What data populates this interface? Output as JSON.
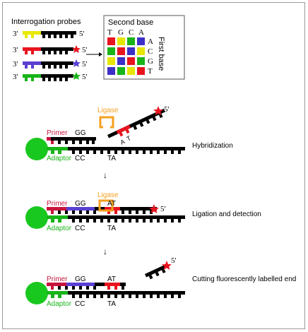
{
  "probes_panel": {
    "title": "Interrogation probes",
    "end_3": "3'",
    "end_5": "5'",
    "probe_colors": [
      "#e8e800",
      "#e8141e",
      "#5a3fd2",
      "#19b419"
    ]
  },
  "matrix_panel": {
    "second_base_label": "Second base",
    "first_base_label": "First base",
    "column_bases": [
      "T",
      "G",
      "C",
      "A"
    ],
    "row_bases": [
      "A",
      "C",
      "G",
      "T"
    ],
    "cells": [
      [
        "red",
        "yellow",
        "green",
        "blue"
      ],
      [
        "green",
        "red",
        "blue",
        "yellow"
      ],
      [
        "yellow",
        "blue",
        "red",
        "green"
      ],
      [
        "blue",
        "green",
        "yellow",
        "red"
      ]
    ],
    "cell_colors": {
      "red": "#e8141e",
      "yellow": "#e6e600",
      "green": "#19b419",
      "blue": "#3c2fc8"
    }
  },
  "labels": {
    "ligase": "Ligase",
    "primer": "Primer",
    "adaptor": "Adaptor",
    "five_prime": "5'",
    "gg": "GG",
    "cc": "CC",
    "ta": "TA",
    "at": "AT",
    "a": "A",
    "t": "T",
    "arrow": "↓"
  },
  "steps": [
    {
      "label": "Hybridization"
    },
    {
      "label": "Ligation and detection"
    },
    {
      "label": "Cutting fluorescently labelled end"
    }
  ],
  "colors": {
    "ligase": "#f5a01e",
    "primer_text": "#c8143c",
    "adaptor_text": "#19b419",
    "bead": "#19c81e",
    "strand": "#000000",
    "gg_segment": "#5a3fd2",
    "star": "#e8141e"
  }
}
